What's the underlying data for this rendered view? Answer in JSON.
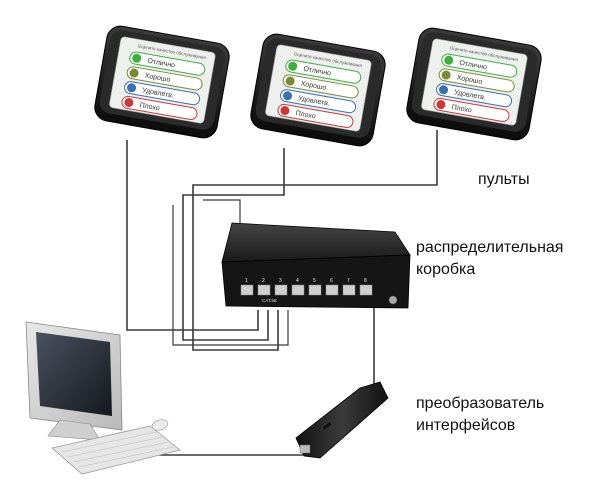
{
  "labels": {
    "remotes": "пульты",
    "distribution_box_line1": "распределительная",
    "distribution_box_line2": "коробка",
    "converter_line1": "преобразователь",
    "converter_line2": "интерфейсов"
  },
  "remote": {
    "header": "Оцените качество обслуживания",
    "buttons": [
      {
        "label": "Отлично",
        "color": "#3fae3f"
      },
      {
        "label": "Хорошо",
        "color": "#7a8a3a"
      },
      {
        "label": "Удовлетв.",
        "color": "#3a6fb0"
      },
      {
        "label": "Плохо",
        "color": "#c83a3a"
      }
    ]
  },
  "box": {
    "port_numbers": [
      "1",
      "2",
      "3",
      "4",
      "5",
      "6",
      "7",
      "8"
    ],
    "model": "CAT.5E"
  },
  "colors": {
    "wire": "#3a3a3a",
    "device_dark": "#1e1e1e",
    "panel": "#eef0ee"
  }
}
